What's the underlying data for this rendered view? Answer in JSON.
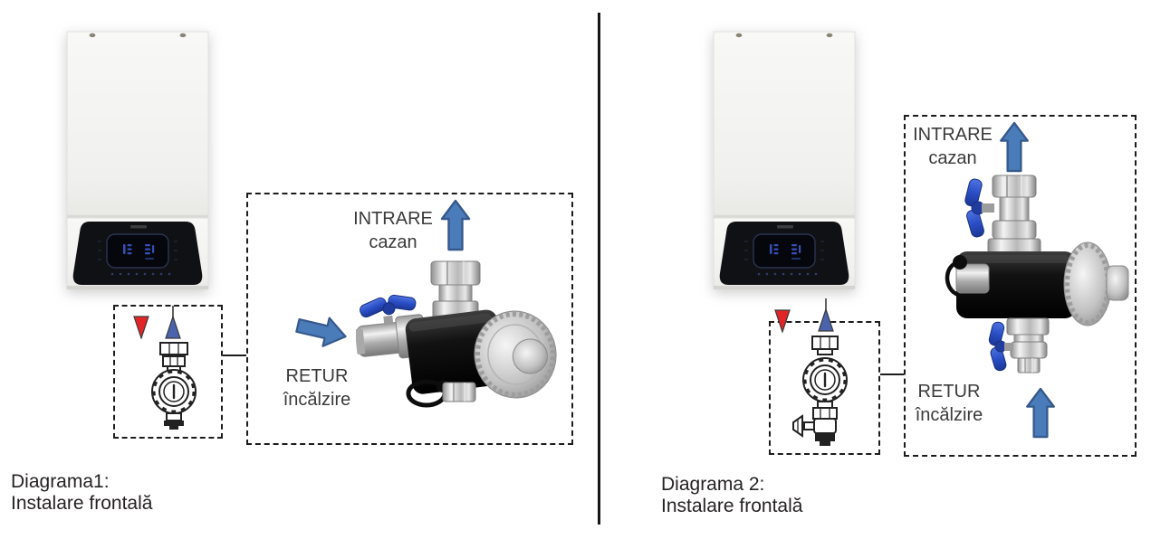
{
  "page": {
    "background": "#ffffff"
  },
  "colors": {
    "arrow_fill": "#4a7cba",
    "arrow_stroke": "#36598c",
    "red_triangle": "#e42528",
    "blue_triangle": "#4a63ac",
    "dashed_box": "#1c1c1c",
    "label_text": "#3a3a3a"
  },
  "diagram1": {
    "inlet_label_line1": "INTRARE",
    "inlet_label_line2": "cazan",
    "return_label_line1": "RETUR",
    "return_label_line2": "încălzire",
    "caption_line1": "Diagrama1:",
    "caption_line2": "Instalare frontală"
  },
  "diagram2": {
    "inlet_label_line1": "INTRARE",
    "inlet_label_line2": "cazan",
    "return_label_line1": "RETUR",
    "return_label_line2": "încălzire",
    "caption_line1": "Diagrama 2:",
    "caption_line2": "Instalare frontală"
  }
}
